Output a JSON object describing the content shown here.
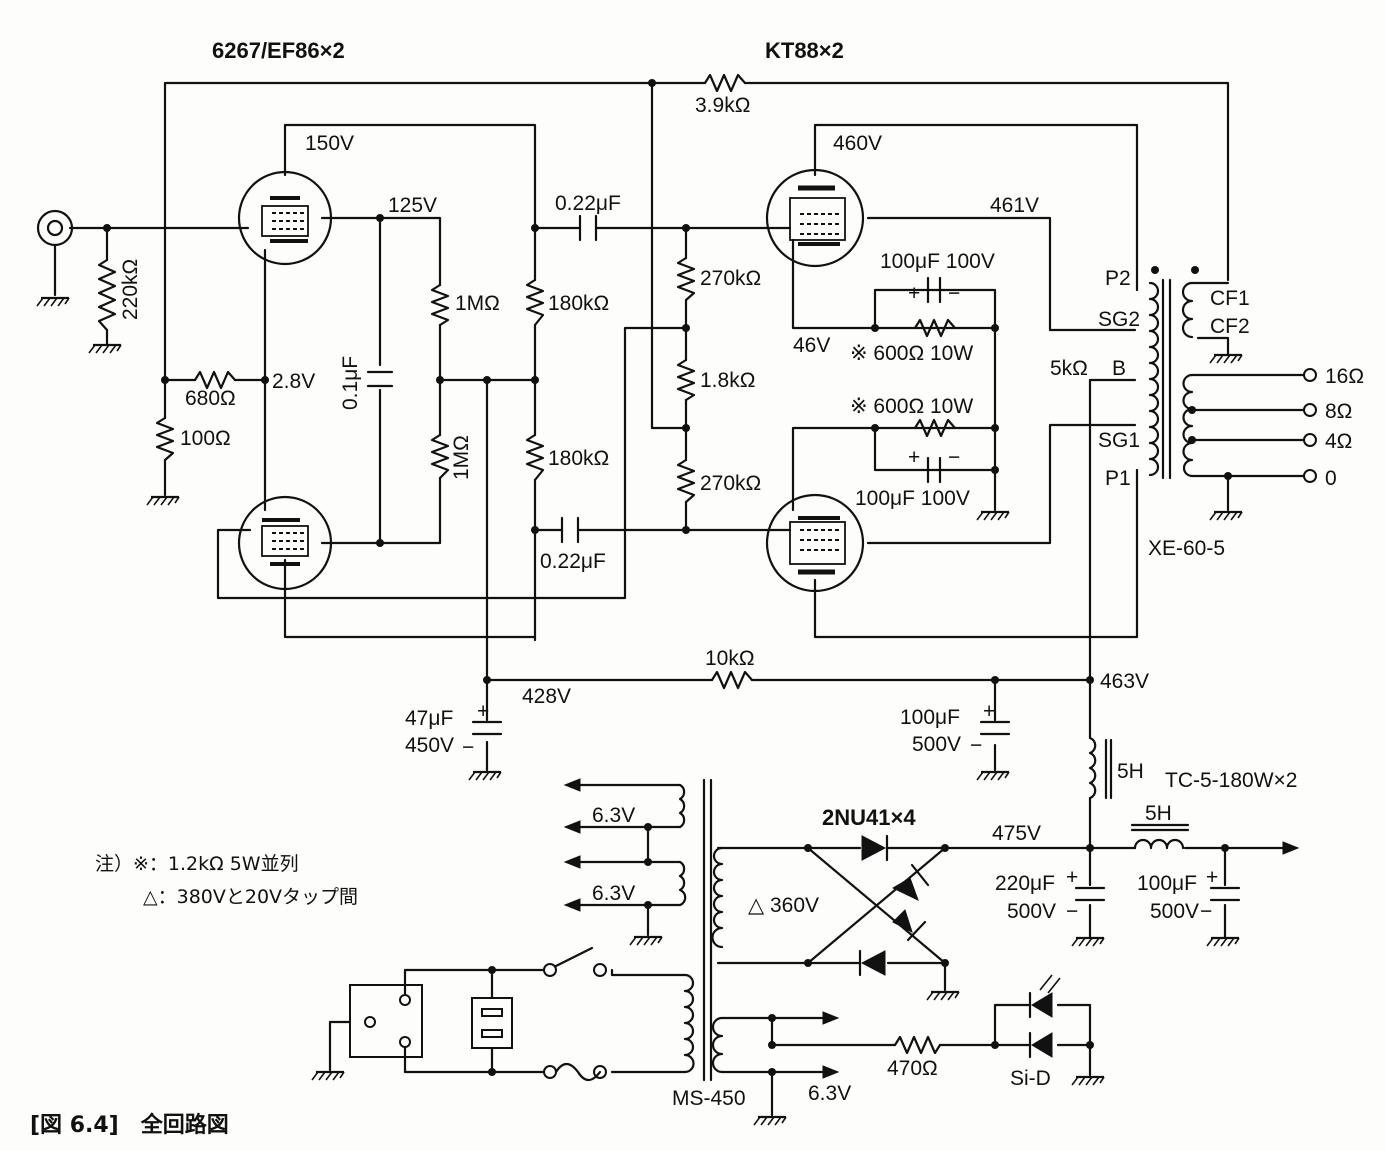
{
  "tubes": {
    "driver": "6267/EF86×2",
    "output": "KT88×2"
  },
  "labels": {
    "r_3k9": "3.9kΩ",
    "v150": "150V",
    "v460": "460V",
    "v125": "125V",
    "c022_top": "0.22μF",
    "v461": "461V",
    "r220k": "220kΩ",
    "r270k_top": "270kΩ",
    "c100u_top": "100μF 100V",
    "r1m_top": "1MΩ",
    "r180k_top": "180kΩ",
    "p2": "P2",
    "sg2": "SG2",
    "cf1": "CF1",
    "cf2": "CF2",
    "v46": "46V",
    "r600_top": "※ 600Ω 10W",
    "r5k": "5kΩ",
    "b": "B",
    "o16": "16Ω",
    "c01u": "0.1μF",
    "r680": "680Ω",
    "v28": "2.8V",
    "r18k": "1.8kΩ",
    "o8": "8Ω",
    "r600_bot": "※ 600Ω 10W",
    "sg1": "SG1",
    "o4": "4Ω",
    "r100": "100Ω",
    "r1m_bot": "1MΩ",
    "r180k_bot": "180kΩ",
    "p1": "P1",
    "o0": "0",
    "r270k_bot": "270kΩ",
    "c100u_bot": "100μF 100V",
    "c022_bot": "0.22μF",
    "xe": "XE-60-5",
    "r10k": "10kΩ",
    "v463": "463V",
    "v428": "428V",
    "c47u": "47μF",
    "c47v": "450V",
    "c100u_b1": "100μF",
    "c100u_b1v": "500V",
    "h5_a": "5H",
    "tc": "TC-5-180W×2",
    "v63_a": "6.3V",
    "diodes": "2NU41×4",
    "v475": "475V",
    "h5_b": "5H",
    "note1": "注）※：1.2kΩ 5W並列",
    "note2": "△：380Vと20Vタップ間",
    "v63_b": "6.3V",
    "v360": "△ 360V",
    "c220u": "220μF",
    "c220v": "500V",
    "c100u_b2": "100μF",
    "c100u_b2v": "500V",
    "r470": "470Ω",
    "sid": "Si-D",
    "ms": "MS-450",
    "v63_c": "6.3V",
    "caption": "[図 6.4]　全回路図"
  }
}
